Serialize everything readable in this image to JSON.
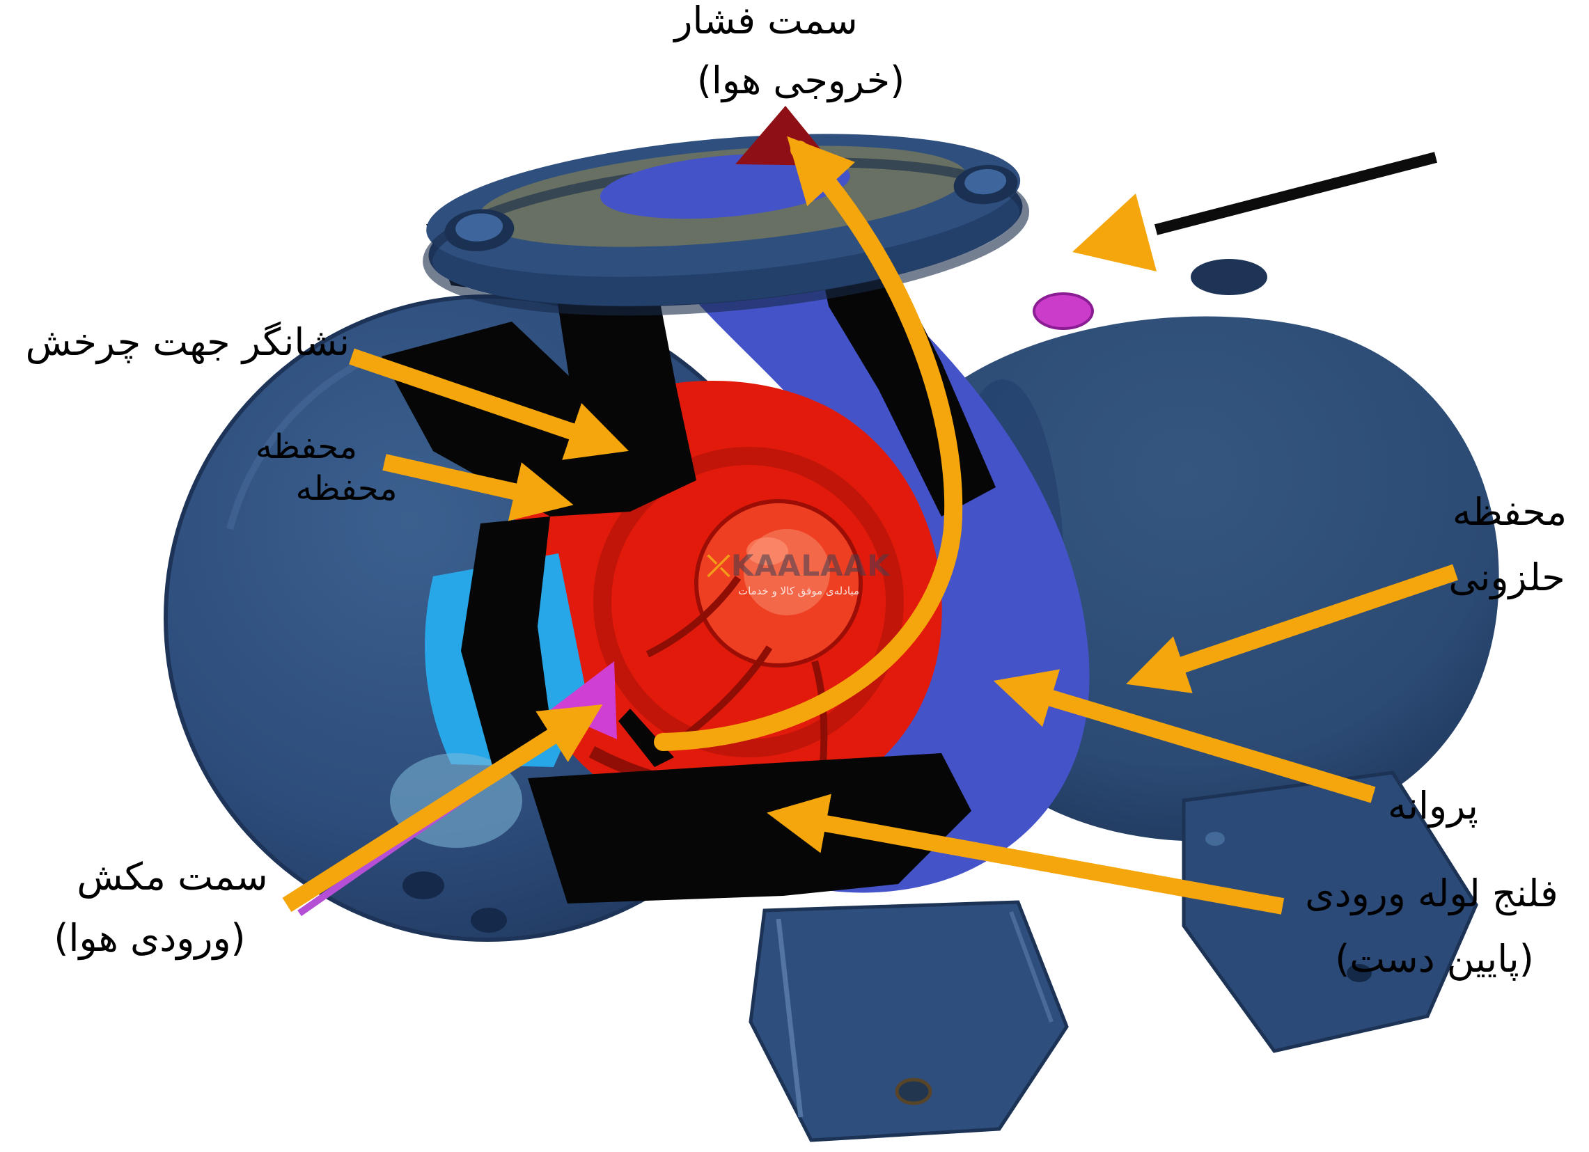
{
  "diagram": {
    "labels": {
      "pressure_side": {
        "line1": "سمت فشار",
        "line2": "(خروجی هوا)"
      },
      "rotation_indicator": {
        "text": "نشانگر جهت چرخش"
      },
      "casing_upper": {
        "text": "محفظه"
      },
      "casing_lower": {
        "text": "محفظه"
      },
      "volute_casing": {
        "line1": "محفظه",
        "line2": "حلزونی"
      },
      "impeller": {
        "text": "پروانه"
      },
      "inlet_pipe_flange": {
        "line1": "فلنج لوله ورودی",
        "line2": "(پایین دست)"
      },
      "suction_side": {
        "line1": "سمت مکش",
        "line2": "(ورودی هوا)"
      }
    },
    "watermark": {
      "brand": "KAALAAK",
      "tagline": "مبادله‌ی موفق کالا و خدمات"
    },
    "colors": {
      "annotation_arrow": "#F6A60D",
      "flow_arrow": "#F6A60D",
      "pump_body": "#2D4C7B",
      "flow_path": "#4553C9",
      "impeller": "#E21A0C",
      "suction_water": "#27A7E8",
      "magenta_accent": "#CB3CCA",
      "cut_section": "#060606",
      "discharge_arrowhead": "#8E1016"
    }
  }
}
